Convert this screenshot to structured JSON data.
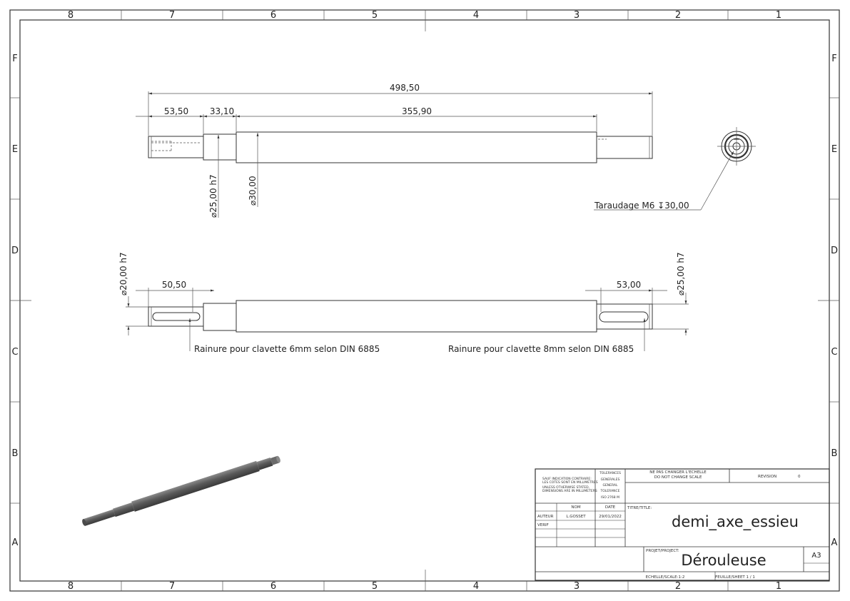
{
  "zones": {
    "columns": [
      "8",
      "7",
      "6",
      "5",
      "4",
      "3",
      "2",
      "1"
    ],
    "rows": [
      "F",
      "E",
      "D",
      "C",
      "B",
      "A"
    ]
  },
  "dimensions": {
    "overall_length": "498,50",
    "left_end_length": "53,50",
    "shoulder_length": "33,10",
    "main_body_length": "355,90",
    "shoulder_diameter": "⌀25,00 h7",
    "body_diameter": "⌀30,00",
    "left_journal_diameter": "⌀20,00 h7",
    "left_keyway_length": "50,50",
    "right_keyway_length": "53,00",
    "right_journal_diameter": "⌀25,00 h7"
  },
  "notes": {
    "tapping": "Taraudage M6 ↧30,00",
    "keyway_left": "Rainure pour clavette 6mm selon DIN 6885",
    "keyway_right": "Rainure pour clavette 8mm selon DIN 6885"
  },
  "title_block": {
    "general_note_1": "SAUF INDICATION CONTRAIRE:",
    "general_note_2": "LES COTES SONT EN MILLIMETRES",
    "general_note_3": "UNLESS OTHERWISE STATED,",
    "general_note_4": "DIMENSIONS ARE IN MILLIMETERS",
    "tol_1": "TOLERANCES",
    "tol_2": "GENERALES",
    "tol_3": "GENERAL",
    "tol_4": "TOLERANCE",
    "tol_5": "ISO 2768 M",
    "no_scale_1": "NE PAS CHANGER L'ECHELLE",
    "no_scale_2": "DO NOT CHANGE SCALE",
    "revision_label": "REVISION",
    "revision_value": "0",
    "nom_label": "NOM",
    "date_label": "DATE",
    "title_label": "TITRE/TITLE:",
    "author_label": "AUTEUR",
    "author_name": "L.GOSSET",
    "author_date": "29/01/2022",
    "verif_label": "VERIF",
    "drawing_title": "demi_axe_essieu",
    "project_label": "PROJET/PROJECT:",
    "project_name": "Dérouleuse",
    "sheet_size": "A3",
    "scale_label": "ECHELLE/SCALE:1:2",
    "sheet_label": "FEUILLE/SHEET 1 / 1"
  }
}
